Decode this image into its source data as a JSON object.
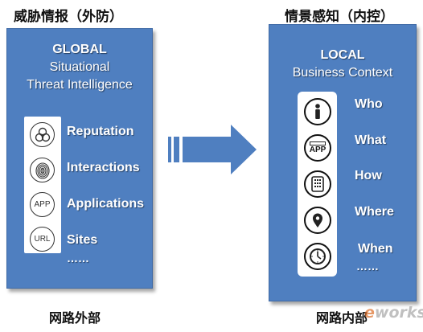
{
  "left": {
    "heading": "威胁情报（外防）",
    "title_lines": [
      "GLOBAL",
      "Situational",
      "Threat Intelligence"
    ],
    "items": [
      {
        "label": "Reputation",
        "icon": "biohazard-icon"
      },
      {
        "label": "Interactions",
        "icon": "fingerprint-icon"
      },
      {
        "label": "Applications",
        "icon": "app-icon",
        "icon_text": "APP"
      },
      {
        "label": "Sites",
        "icon": "url-icon",
        "icon_text": "URL"
      }
    ],
    "more": "……",
    "footer": "网路外部"
  },
  "right": {
    "heading": "情景感知（内控）",
    "title_lines": [
      "LOCAL",
      "Business Context"
    ],
    "items": [
      {
        "label": "Who",
        "icon": "person-info-icon"
      },
      {
        "label": "What",
        "icon": "app-icon",
        "icon_text": "APP"
      },
      {
        "label": "How",
        "icon": "keypad-device-icon"
      },
      {
        "label": "Where",
        "icon": "location-pin-icon"
      },
      {
        "label": "When",
        "icon": "clock-icon"
      }
    ],
    "more": "……",
    "footer": "网路内部"
  },
  "watermark": {
    "prefix": "e",
    "rest": "works"
  },
  "colors": {
    "panel": "#4f7fc0",
    "arrow": "#4f7fc0",
    "text_on_panel": "#ffffff"
  }
}
